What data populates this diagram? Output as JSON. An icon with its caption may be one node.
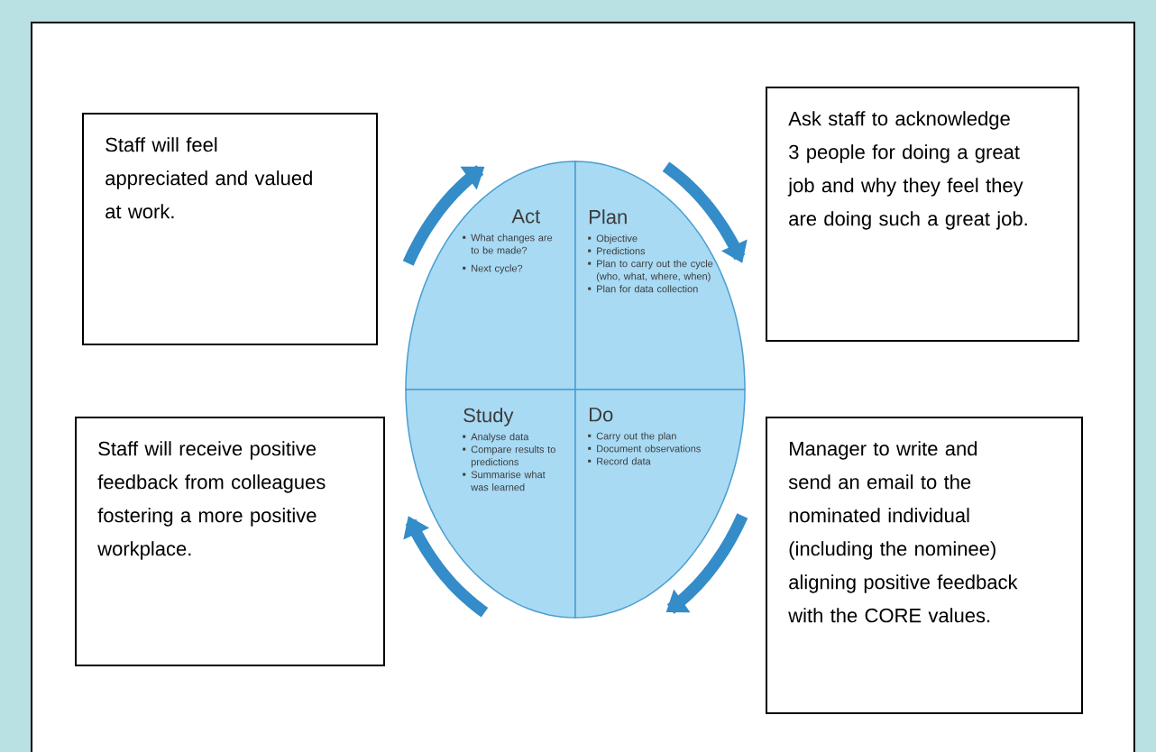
{
  "diagram": {
    "nodes": [
      {
        "text": [
          "Staff will feel appreciated and valued at work."
        ]
      },
      {
        "text": [
          "Ask staff to acknowledge 3 people for doing a great job and why they feel they are doing such a great job."
        ]
      },
      {
        "text": [
          "Act",
          "What changes are to be made?",
          "Next cycle?"
        ]
      },
      {
        "text": [
          "Plan",
          "Objective",
          "Predictions",
          "Plan to carry out the cycle (who, what, where, when)",
          "Plan for data collection"
        ]
      },
      {
        "text": [
          "Study",
          "Analyse data",
          "Compare results to predictions",
          "Summarise what was learned"
        ]
      },
      {
        "text": [
          "Do",
          "Carry out the plan",
          "Document observations",
          "Record data"
        ]
      },
      {
        "text": [
          "Staff will receive positive feedback from colleagues fostering a more positive workplace."
        ]
      },
      {
        "text": [
          "Manager to write and send an email to the nominated individual (including the nominee) aligning positive feedback with the CORE values."
        ]
      }
    ],
    "edges": []
  }
}
